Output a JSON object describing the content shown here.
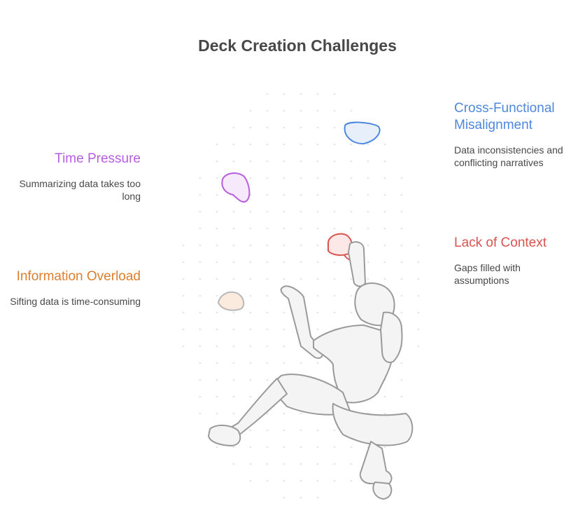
{
  "title": "Deck Creation Challenges",
  "challenges": [
    {
      "label": "Time Pressure",
      "description": "Summarizing data takes too long",
      "color": "#b65ee0",
      "fill": "#f7e9fc"
    },
    {
      "label": "Information Overload",
      "description": "Sifting data is time-consuming",
      "color": "#db7e2e",
      "fill": "#fbeade"
    },
    {
      "label": "Cross-Functional Misalignment",
      "description": "Data inconsistencies and conflicting narratives",
      "color": "#4e88de",
      "fill": "#e7effb"
    },
    {
      "label": "Lack of Context",
      "description": "Gaps filled with assumptions",
      "color": "#d9534f",
      "fill": "#fde8e8"
    }
  ]
}
